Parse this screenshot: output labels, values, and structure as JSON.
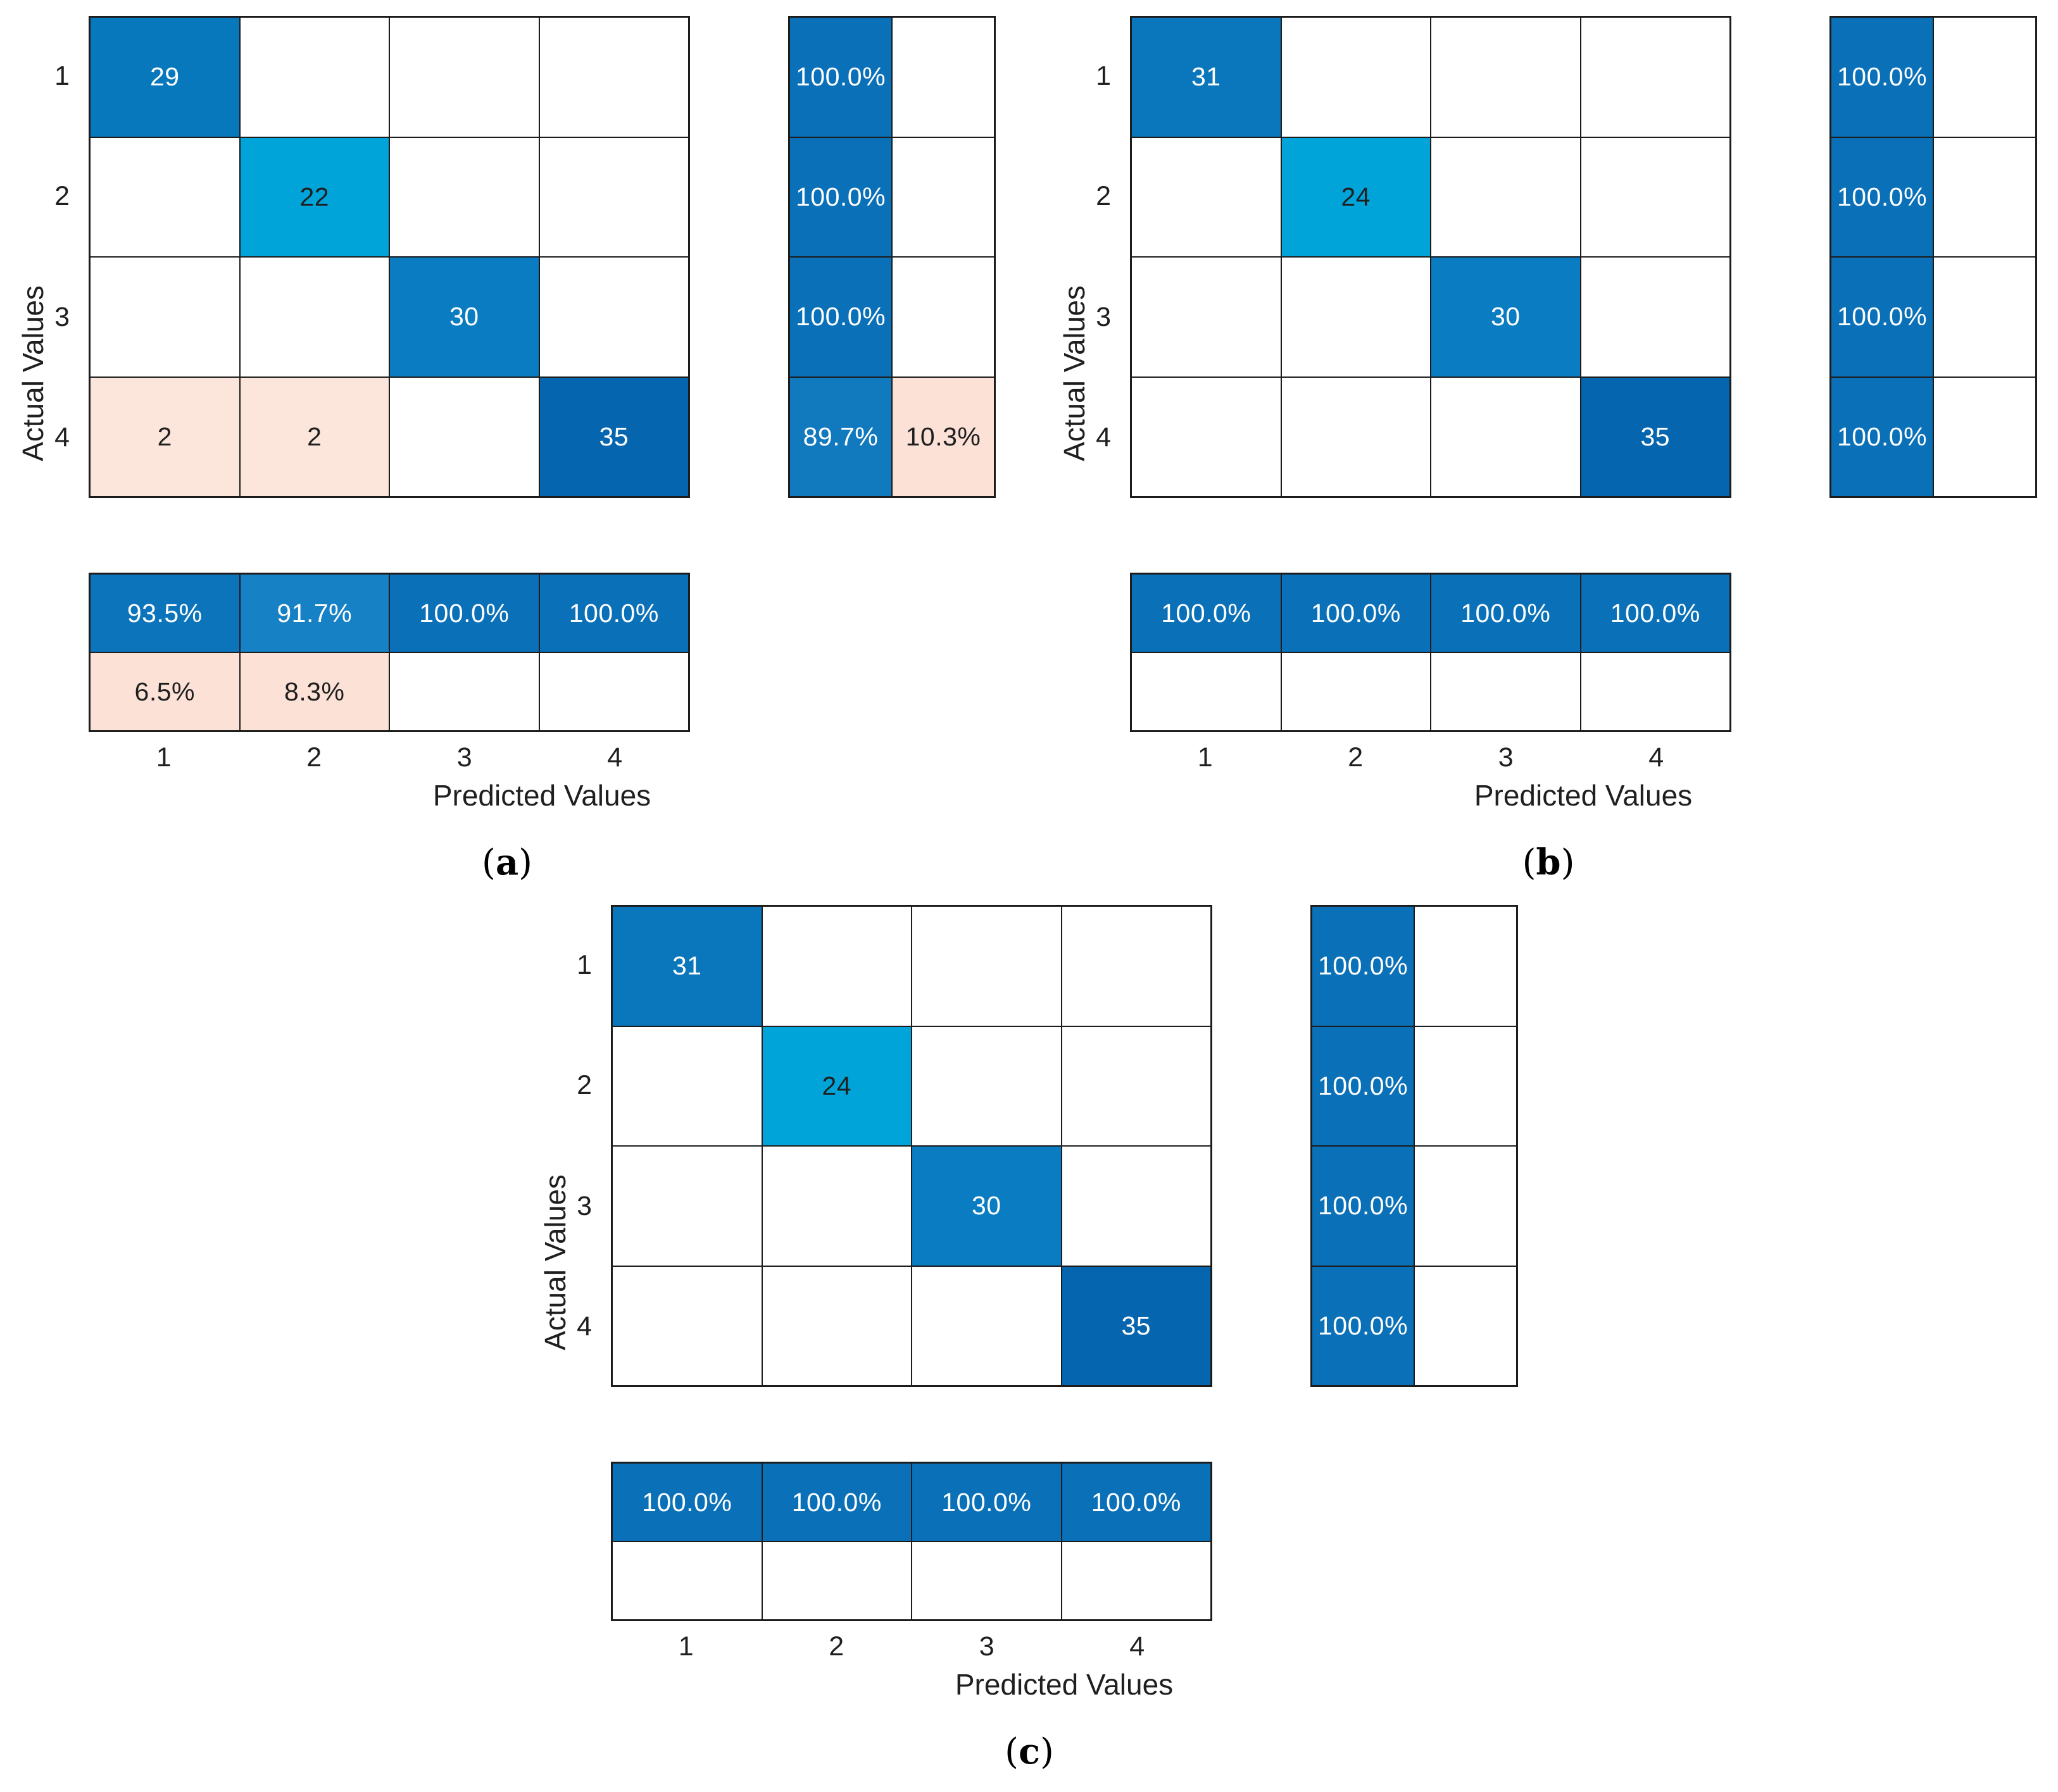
{
  "figure": {
    "background": "#ffffff",
    "line_color": "#1c1c1c",
    "ylabel": "Actual Values",
    "xlabel": "Predicted Values",
    "x_ticks": [
      "1",
      "2",
      "3",
      "4"
    ],
    "y_ticks": [
      "1",
      "2",
      "3",
      "4"
    ],
    "colors": {
      "count_dark_blue": "#0566af",
      "count_medium_blue": "#0a7cc2",
      "count_cyan_blue": "#00a4d9",
      "count_pink": "#fce5db",
      "percent_blue": "#0a70b8",
      "percent_blue_light": "#1681c4",
      "percent_pink": "#fbe1d6",
      "text_on_blue": "#ffffff",
      "text_dark": "#1f1f1f"
    },
    "panels": [
      {
        "letter_prefix": "(",
        "letter": "a",
        "letter_suffix": ")",
        "main_cells": [
          [
            {
              "t": "29",
              "bg": "#0878bc",
              "fg": "#ffffff"
            },
            {
              "t": "",
              "bg": "#ffffff",
              "fg": "#1f1f1f"
            },
            {
              "t": "",
              "bg": "#ffffff",
              "fg": "#1f1f1f"
            },
            {
              "t": "",
              "bg": "#ffffff",
              "fg": "#1f1f1f"
            }
          ],
          [
            {
              "t": "",
              "bg": "#ffffff",
              "fg": "#1f1f1f"
            },
            {
              "t": "22",
              "bg": "#00a4d9",
              "fg": "#1f1f1f"
            },
            {
              "t": "",
              "bg": "#ffffff",
              "fg": "#1f1f1f"
            },
            {
              "t": "",
              "bg": "#ffffff",
              "fg": "#1f1f1f"
            }
          ],
          [
            {
              "t": "",
              "bg": "#ffffff",
              "fg": "#1f1f1f"
            },
            {
              "t": "",
              "bg": "#ffffff",
              "fg": "#1f1f1f"
            },
            {
              "t": "30",
              "bg": "#0a7cc2",
              "fg": "#ffffff"
            },
            {
              "t": "",
              "bg": "#ffffff",
              "fg": "#1f1f1f"
            }
          ],
          [
            {
              "t": "2",
              "bg": "#fce5db",
              "fg": "#1f1f1f"
            },
            {
              "t": "2",
              "bg": "#fce5db",
              "fg": "#1f1f1f"
            },
            {
              "t": "",
              "bg": "#ffffff",
              "fg": "#1f1f1f"
            },
            {
              "t": "35",
              "bg": "#0566af",
              "fg": "#ffffff"
            }
          ]
        ],
        "side_cells": [
          [
            {
              "t": "100.0%",
              "bg": "#0a70b8",
              "fg": "#ffffff"
            },
            {
              "t": "",
              "bg": "#ffffff",
              "fg": "#1f1f1f"
            }
          ],
          [
            {
              "t": "100.0%",
              "bg": "#0a70b8",
              "fg": "#ffffff"
            },
            {
              "t": "",
              "bg": "#ffffff",
              "fg": "#1f1f1f"
            }
          ],
          [
            {
              "t": "100.0%",
              "bg": "#0a70b8",
              "fg": "#ffffff"
            },
            {
              "t": "",
              "bg": "#ffffff",
              "fg": "#1f1f1f"
            }
          ],
          [
            {
              "t": "89.7%",
              "bg": "#1179be",
              "fg": "#ffffff"
            },
            {
              "t": "10.3%",
              "bg": "#fbe1d6",
              "fg": "#1f1f1f"
            }
          ]
        ],
        "bottom_cells": [
          [
            {
              "t": "93.5%",
              "bg": "#0c74bb",
              "fg": "#ffffff"
            },
            {
              "t": "91.7%",
              "bg": "#1681c4",
              "fg": "#ffffff"
            },
            {
              "t": "100.0%",
              "bg": "#0a70b8",
              "fg": "#ffffff"
            },
            {
              "t": "100.0%",
              "bg": "#0a70b8",
              "fg": "#ffffff"
            }
          ],
          [
            {
              "t": "6.5%",
              "bg": "#fbe1d6",
              "fg": "#1f1f1f"
            },
            {
              "t": "8.3%",
              "bg": "#fbe1d6",
              "fg": "#1f1f1f"
            },
            {
              "t": "",
              "bg": "#ffffff",
              "fg": "#1f1f1f"
            },
            {
              "t": "",
              "bg": "#ffffff",
              "fg": "#1f1f1f"
            }
          ]
        ]
      },
      {
        "letter_prefix": "(",
        "letter": "b",
        "letter_suffix": ")",
        "main_cells": [
          [
            {
              "t": "31",
              "bg": "#0a76bb",
              "fg": "#ffffff"
            },
            {
              "t": "",
              "bg": "#ffffff",
              "fg": "#1f1f1f"
            },
            {
              "t": "",
              "bg": "#ffffff",
              "fg": "#1f1f1f"
            },
            {
              "t": "",
              "bg": "#ffffff",
              "fg": "#1f1f1f"
            }
          ],
          [
            {
              "t": "",
              "bg": "#ffffff",
              "fg": "#1f1f1f"
            },
            {
              "t": "24",
              "bg": "#00a4d9",
              "fg": "#1f1f1f"
            },
            {
              "t": "",
              "bg": "#ffffff",
              "fg": "#1f1f1f"
            },
            {
              "t": "",
              "bg": "#ffffff",
              "fg": "#1f1f1f"
            }
          ],
          [
            {
              "t": "",
              "bg": "#ffffff",
              "fg": "#1f1f1f"
            },
            {
              "t": "",
              "bg": "#ffffff",
              "fg": "#1f1f1f"
            },
            {
              "t": "30",
              "bg": "#0a7cc2",
              "fg": "#ffffff"
            },
            {
              "t": "",
              "bg": "#ffffff",
              "fg": "#1f1f1f"
            }
          ],
          [
            {
              "t": "",
              "bg": "#ffffff",
              "fg": "#1f1f1f"
            },
            {
              "t": "",
              "bg": "#ffffff",
              "fg": "#1f1f1f"
            },
            {
              "t": "",
              "bg": "#ffffff",
              "fg": "#1f1f1f"
            },
            {
              "t": "35",
              "bg": "#0566af",
              "fg": "#ffffff"
            }
          ]
        ],
        "side_cells": [
          [
            {
              "t": "100.0%",
              "bg": "#0a70b8",
              "fg": "#ffffff"
            },
            {
              "t": "",
              "bg": "#ffffff",
              "fg": "#1f1f1f"
            }
          ],
          [
            {
              "t": "100.0%",
              "bg": "#0a70b8",
              "fg": "#ffffff"
            },
            {
              "t": "",
              "bg": "#ffffff",
              "fg": "#1f1f1f"
            }
          ],
          [
            {
              "t": "100.0%",
              "bg": "#0a70b8",
              "fg": "#ffffff"
            },
            {
              "t": "",
              "bg": "#ffffff",
              "fg": "#1f1f1f"
            }
          ],
          [
            {
              "t": "100.0%",
              "bg": "#0a70b8",
              "fg": "#ffffff"
            },
            {
              "t": "",
              "bg": "#ffffff",
              "fg": "#1f1f1f"
            }
          ]
        ],
        "bottom_cells": [
          [
            {
              "t": "100.0%",
              "bg": "#0a70b8",
              "fg": "#ffffff"
            },
            {
              "t": "100.0%",
              "bg": "#0a70b8",
              "fg": "#ffffff"
            },
            {
              "t": "100.0%",
              "bg": "#0a70b8",
              "fg": "#ffffff"
            },
            {
              "t": "100.0%",
              "bg": "#0a70b8",
              "fg": "#ffffff"
            }
          ],
          [
            {
              "t": "",
              "bg": "#ffffff",
              "fg": "#1f1f1f"
            },
            {
              "t": "",
              "bg": "#ffffff",
              "fg": "#1f1f1f"
            },
            {
              "t": "",
              "bg": "#ffffff",
              "fg": "#1f1f1f"
            },
            {
              "t": "",
              "bg": "#ffffff",
              "fg": "#1f1f1f"
            }
          ]
        ]
      },
      {
        "letter_prefix": "(",
        "letter": "c",
        "letter_suffix": ")",
        "main_cells": [
          [
            {
              "t": "31",
              "bg": "#0a76bb",
              "fg": "#ffffff"
            },
            {
              "t": "",
              "bg": "#ffffff",
              "fg": "#1f1f1f"
            },
            {
              "t": "",
              "bg": "#ffffff",
              "fg": "#1f1f1f"
            },
            {
              "t": "",
              "bg": "#ffffff",
              "fg": "#1f1f1f"
            }
          ],
          [
            {
              "t": "",
              "bg": "#ffffff",
              "fg": "#1f1f1f"
            },
            {
              "t": "24",
              "bg": "#00a4d9",
              "fg": "#1f1f1f"
            },
            {
              "t": "",
              "bg": "#ffffff",
              "fg": "#1f1f1f"
            },
            {
              "t": "",
              "bg": "#ffffff",
              "fg": "#1f1f1f"
            }
          ],
          [
            {
              "t": "",
              "bg": "#ffffff",
              "fg": "#1f1f1f"
            },
            {
              "t": "",
              "bg": "#ffffff",
              "fg": "#1f1f1f"
            },
            {
              "t": "30",
              "bg": "#0a7cc2",
              "fg": "#ffffff"
            },
            {
              "t": "",
              "bg": "#ffffff",
              "fg": "#1f1f1f"
            }
          ],
          [
            {
              "t": "",
              "bg": "#ffffff",
              "fg": "#1f1f1f"
            },
            {
              "t": "",
              "bg": "#ffffff",
              "fg": "#1f1f1f"
            },
            {
              "t": "",
              "bg": "#ffffff",
              "fg": "#1f1f1f"
            },
            {
              "t": "35",
              "bg": "#0566af",
              "fg": "#ffffff"
            }
          ]
        ],
        "side_cells": [
          [
            {
              "t": "100.0%",
              "bg": "#0a70b8",
              "fg": "#ffffff"
            },
            {
              "t": "",
              "bg": "#ffffff",
              "fg": "#1f1f1f"
            }
          ],
          [
            {
              "t": "100.0%",
              "bg": "#0a70b8",
              "fg": "#ffffff"
            },
            {
              "t": "",
              "bg": "#ffffff",
              "fg": "#1f1f1f"
            }
          ],
          [
            {
              "t": "100.0%",
              "bg": "#0a70b8",
              "fg": "#ffffff"
            },
            {
              "t": "",
              "bg": "#ffffff",
              "fg": "#1f1f1f"
            }
          ],
          [
            {
              "t": "100.0%",
              "bg": "#0a70b8",
              "fg": "#ffffff"
            },
            {
              "t": "",
              "bg": "#ffffff",
              "fg": "#1f1f1f"
            }
          ]
        ],
        "bottom_cells": [
          [
            {
              "t": "100.0%",
              "bg": "#0a70b8",
              "fg": "#ffffff"
            },
            {
              "t": "100.0%",
              "bg": "#0a70b8",
              "fg": "#ffffff"
            },
            {
              "t": "100.0%",
              "bg": "#0a70b8",
              "fg": "#ffffff"
            },
            {
              "t": "100.0%",
              "bg": "#0a70b8",
              "fg": "#ffffff"
            }
          ],
          [
            {
              "t": "",
              "bg": "#ffffff",
              "fg": "#1f1f1f"
            },
            {
              "t": "",
              "bg": "#ffffff",
              "fg": "#1f1f1f"
            },
            {
              "t": "",
              "bg": "#ffffff",
              "fg": "#1f1f1f"
            },
            {
              "t": "",
              "bg": "#ffffff",
              "fg": "#1f1f1f"
            }
          ]
        ]
      }
    ]
  },
  "chart_data": [
    {
      "type": "heatmap",
      "panel": "a",
      "xlabel": "Predicted Values",
      "ylabel": "Actual Values",
      "x_categories": [
        "1",
        "2",
        "3",
        "4"
      ],
      "y_categories": [
        "1",
        "2",
        "3",
        "4"
      ],
      "matrix": [
        [
          29,
          0,
          0,
          0
        ],
        [
          0,
          22,
          0,
          0
        ],
        [
          0,
          0,
          30,
          0
        ],
        [
          2,
          2,
          0,
          35
        ]
      ],
      "row_correct_percent": [
        100.0,
        100.0,
        100.0,
        89.7
      ],
      "row_error_percent": [
        null,
        null,
        null,
        10.3
      ],
      "col_correct_percent": [
        93.5,
        91.7,
        100.0,
        100.0
      ],
      "col_error_percent": [
        6.5,
        8.3,
        null,
        null
      ],
      "legend_position": "none",
      "grid": true
    },
    {
      "type": "heatmap",
      "panel": "b",
      "xlabel": "Predicted Values",
      "ylabel": "Actual Values",
      "x_categories": [
        "1",
        "2",
        "3",
        "4"
      ],
      "y_categories": [
        "1",
        "2",
        "3",
        "4"
      ],
      "matrix": [
        [
          31,
          0,
          0,
          0
        ],
        [
          0,
          24,
          0,
          0
        ],
        [
          0,
          0,
          30,
          0
        ],
        [
          0,
          0,
          0,
          35
        ]
      ],
      "row_correct_percent": [
        100.0,
        100.0,
        100.0,
        100.0
      ],
      "row_error_percent": [
        null,
        null,
        null,
        null
      ],
      "col_correct_percent": [
        100.0,
        100.0,
        100.0,
        100.0
      ],
      "col_error_percent": [
        null,
        null,
        null,
        null
      ],
      "legend_position": "none",
      "grid": true
    },
    {
      "type": "heatmap",
      "panel": "c",
      "xlabel": "Predicted Values",
      "ylabel": "Actual Values",
      "x_categories": [
        "1",
        "2",
        "3",
        "4"
      ],
      "y_categories": [
        "1",
        "2",
        "3",
        "4"
      ],
      "matrix": [
        [
          31,
          0,
          0,
          0
        ],
        [
          0,
          24,
          0,
          0
        ],
        [
          0,
          0,
          30,
          0
        ],
        [
          0,
          0,
          0,
          35
        ]
      ],
      "row_correct_percent": [
        100.0,
        100.0,
        100.0,
        100.0
      ],
      "row_error_percent": [
        null,
        null,
        null,
        null
      ],
      "col_correct_percent": [
        100.0,
        100.0,
        100.0,
        100.0
      ],
      "col_error_percent": [
        null,
        null,
        null,
        null
      ],
      "legend_position": "none",
      "grid": true
    }
  ]
}
